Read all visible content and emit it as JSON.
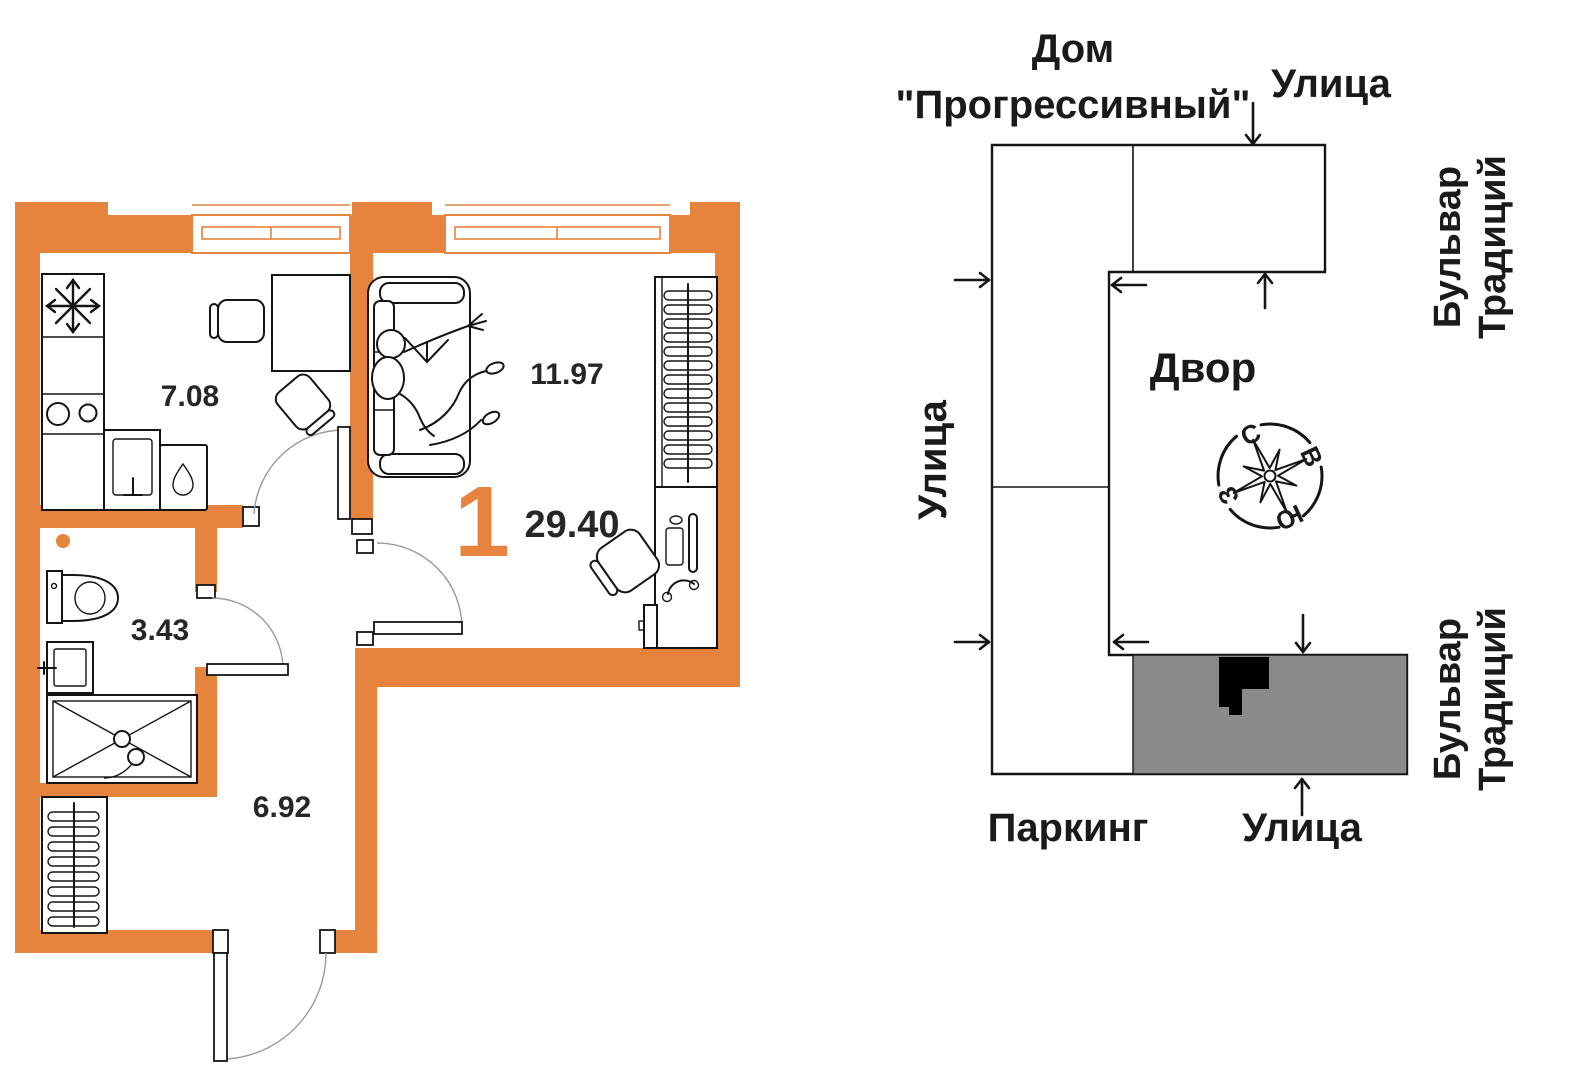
{
  "floor_plan": {
    "rooms_count": "1",
    "total_area": "29.40",
    "areas": {
      "kitchen": "7.08",
      "living_room": "11.97",
      "bathroom": "3.43",
      "hallway": "6.92"
    },
    "wall_color": "#E6833C"
  },
  "site_plan": {
    "house_line1": "Дом",
    "house_line2": "\"Прогрессивный\"",
    "street_top": "Улица",
    "street_left": "Улица",
    "street_bottom": "Улица",
    "parking": "Паркинг",
    "courtyard": "Двор",
    "boulevard_word1": "Бульвар",
    "boulevard_word2": "Традиций",
    "compass": {
      "n": "С",
      "e": "В",
      "s": "Ю",
      "w": "З"
    },
    "building_fill": "#8A8A8A",
    "marker_color": "#000000"
  }
}
